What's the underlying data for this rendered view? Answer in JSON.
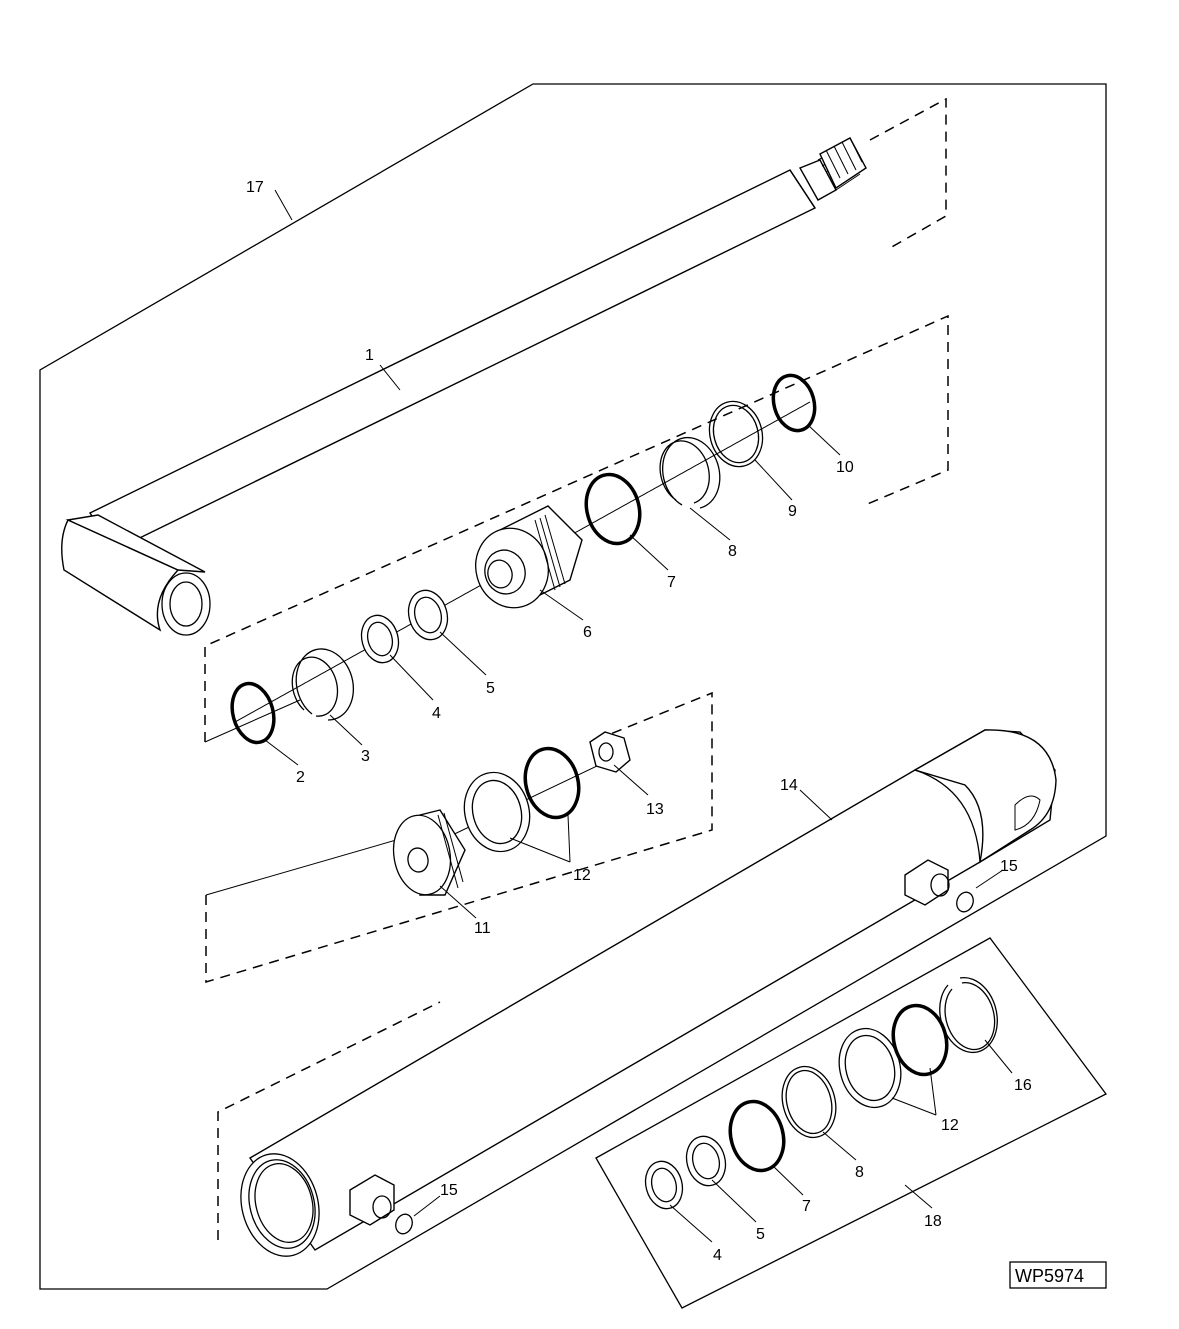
{
  "diagram_id": "WP5974",
  "callouts": {
    "c1": "1",
    "c2": "2",
    "c3": "3",
    "c4a": "4",
    "c5a": "5",
    "c6": "6",
    "c7a": "7",
    "c8a": "8",
    "c9": "9",
    "c10": "10",
    "c11": "11",
    "c12a": "12",
    "c13": "13",
    "c14": "14",
    "c15a": "15",
    "c15b": "15",
    "c16": "16",
    "c17": "17",
    "c4b": "4",
    "c5b": "5",
    "c7b": "7",
    "c8b": "8",
    "c12b": "12",
    "c18": "18"
  }
}
